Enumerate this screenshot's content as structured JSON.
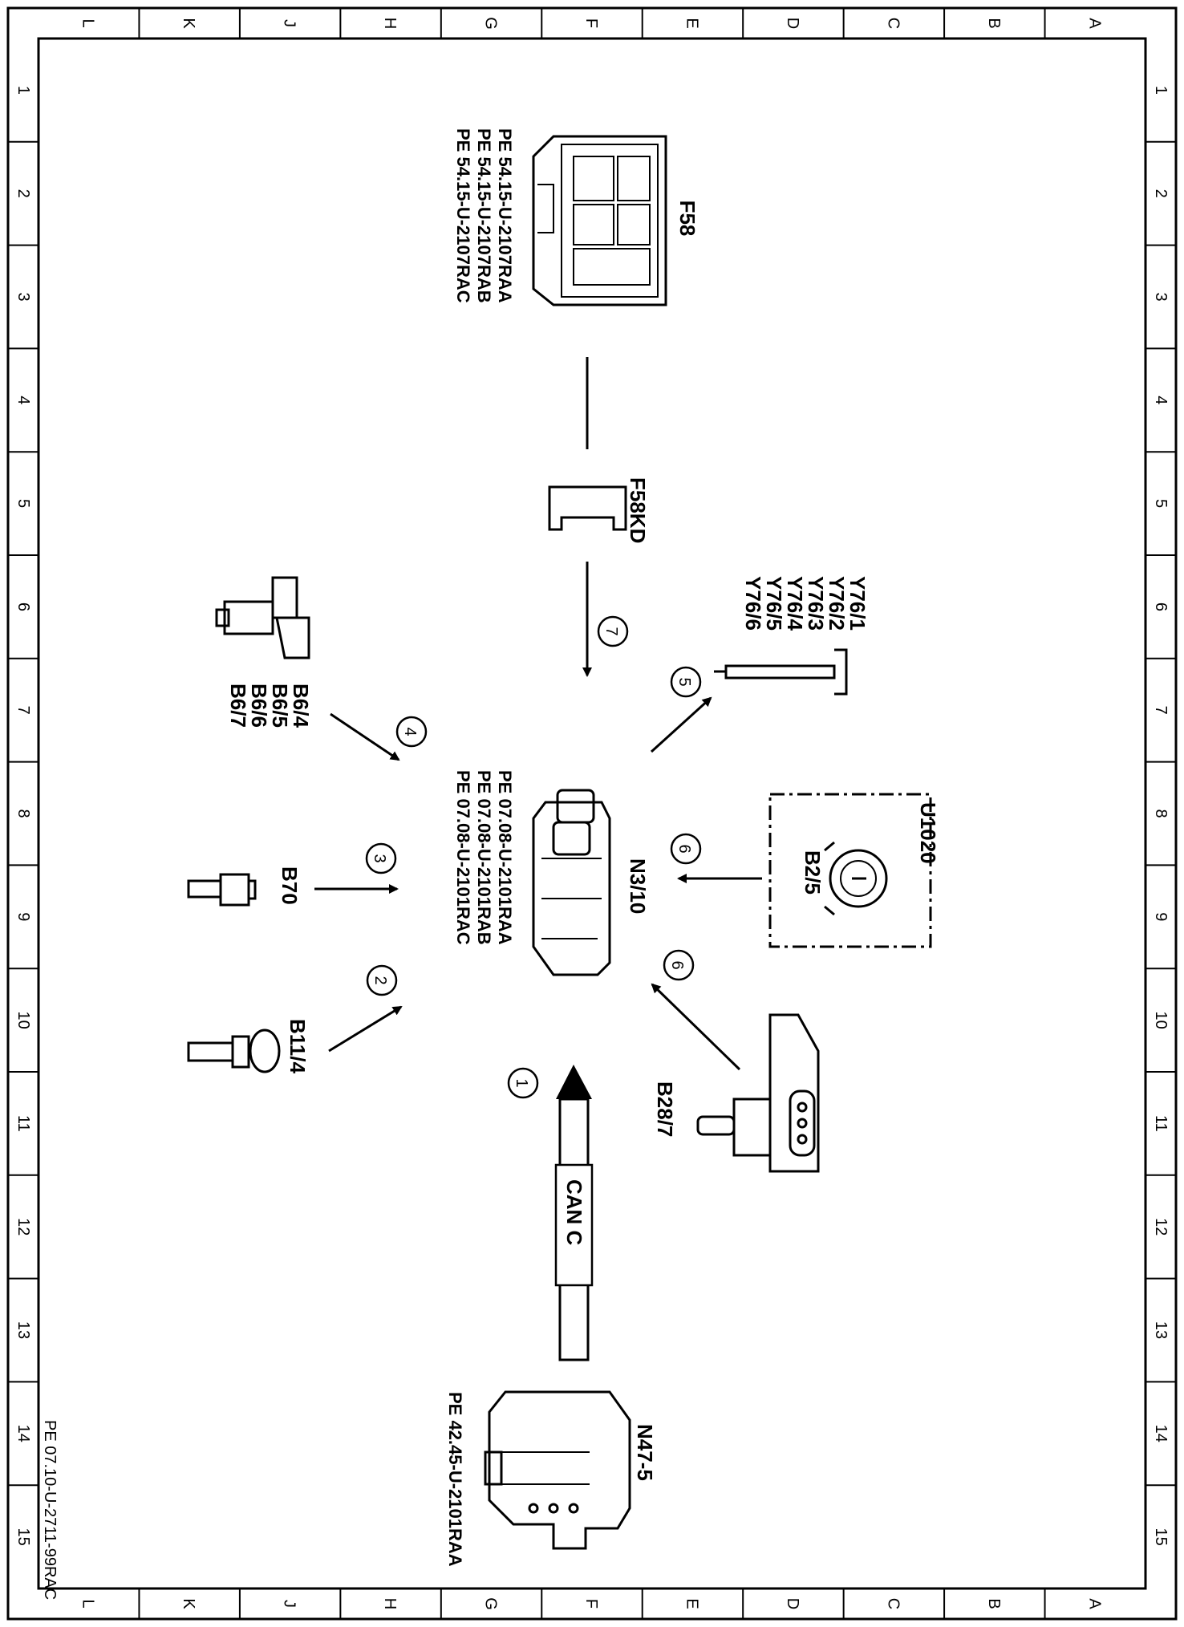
{
  "grid": {
    "columns": [
      "L",
      "K",
      "J",
      "H",
      "G",
      "F",
      "E",
      "D",
      "C",
      "B",
      "A"
    ],
    "rows": [
      "1",
      "2",
      "3",
      "4",
      "5",
      "6",
      "7",
      "8",
      "9",
      "10",
      "11",
      "12",
      "13",
      "14",
      "15"
    ]
  },
  "components": {
    "f58": "F58",
    "f58kd": "F58KD",
    "n3_10": "N3/10",
    "b6": [
      "B6/4",
      "B6/5",
      "B6/6",
      "B6/7"
    ],
    "y76": [
      "Y76/1",
      "Y76/2",
      "Y76/3",
      "Y76/4",
      "Y76/5",
      "Y76/6"
    ],
    "u1020": "U1020",
    "b2_5": "B2/5",
    "b70": "B70",
    "b11_4": "B11/4",
    "b28_7": "B28/7",
    "n47_5": "N47-5",
    "can": "CAN C"
  },
  "references": {
    "f58_refs": [
      "PE 54.15-U-2107RAA",
      "PE 54.15-U-2107RAB",
      "PE 54.15-U-2107RAC"
    ],
    "n3_10_refs": [
      "PE 07.08-U-2101RAA",
      "PE 07.08-U-2101RAB",
      "PE 07.08-U-2101RAC"
    ],
    "n47_5_ref": "PE 42.45-U-2101RAA"
  },
  "connections": [
    "1",
    "2",
    "3",
    "4",
    "5",
    "6",
    "6",
    "7"
  ],
  "footer": {
    "doc_id": "PE 07.10-U-2711-99RAC"
  }
}
